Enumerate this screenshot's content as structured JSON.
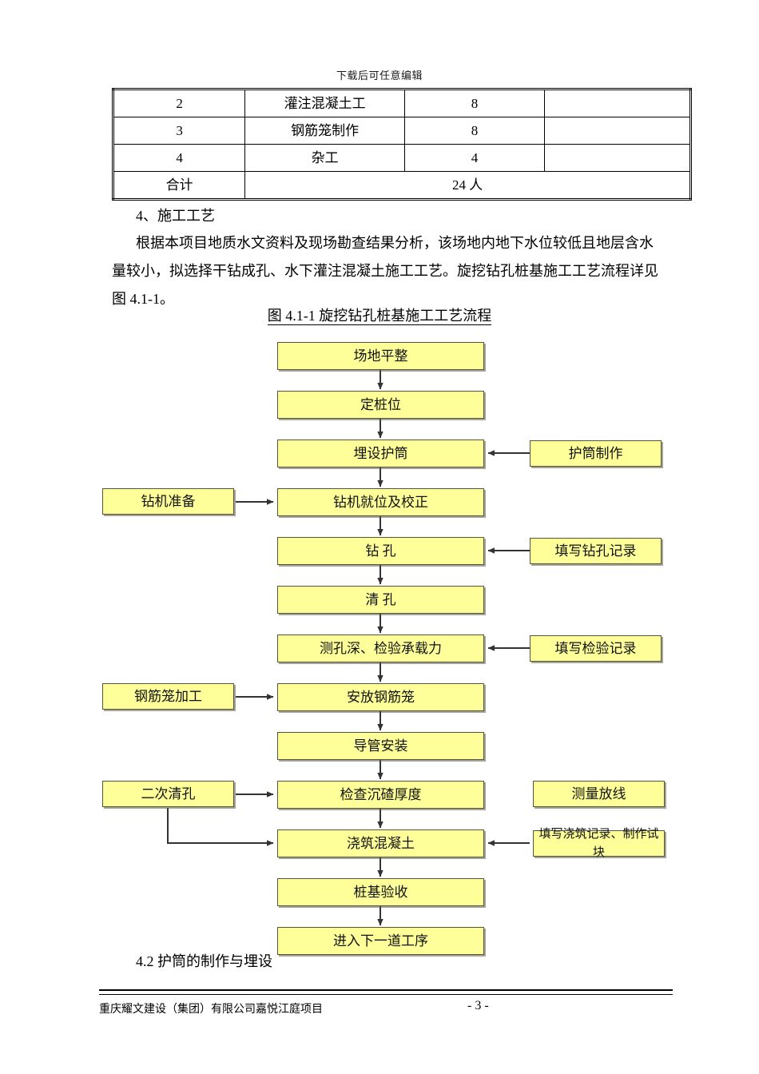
{
  "header_note": "下载后可任意编辑",
  "table": {
    "rows": [
      {
        "no": "2",
        "job": "灌注混凝土工",
        "count": "8",
        "remark": ""
      },
      {
        "no": "3",
        "job": "钢筋笼制作",
        "count": "8",
        "remark": ""
      },
      {
        "no": "4",
        "job": "杂工",
        "count": "4",
        "remark": ""
      }
    ],
    "total_label": "合计",
    "total_value": "24 人"
  },
  "body": {
    "section_title": "4、施工工艺",
    "para_line1": "根据本项目地质水文资料及现场勘查结果分析，该场地内地下水位较低且地层含水",
    "para_line2": "量较小，拟选择干钻成孔、水下灌注混凝土施工工艺。旋挖钻孔桩基施工工艺流程详见",
    "para_line3": "图 4.1-1。",
    "figure_caption": "图 4.1-1 旋挖钻孔桩基施工工艺流程",
    "section_42": "4.2 护筒的制作与埋设"
  },
  "flowchart": {
    "fill_color": "#ffff99",
    "border_color": "#54543c",
    "main_nodes": [
      {
        "id": "site-leveling",
        "label": "场地平整"
      },
      {
        "id": "pile-positioning",
        "label": "定桩位"
      },
      {
        "id": "casing-embedding",
        "label": "埋设护筒"
      },
      {
        "id": "rig-positioning",
        "label": "钻机就位及校正"
      },
      {
        "id": "drilling",
        "label": "钻  孔"
      },
      {
        "id": "hole-cleaning",
        "label": "清  孔"
      },
      {
        "id": "depth-bearing-test",
        "label": "测孔深、检验承载力"
      },
      {
        "id": "rebar-cage-place",
        "label": "安放钢筋笼"
      },
      {
        "id": "tremie-install",
        "label": "导管安装"
      },
      {
        "id": "sediment-check",
        "label": "检查沉碴厚度"
      },
      {
        "id": "concrete-pouring",
        "label": "浇筑混凝土"
      },
      {
        "id": "pile-acceptance",
        "label": "桩基验收"
      },
      {
        "id": "next-process",
        "label": "进入下一道工序"
      }
    ],
    "left_nodes": [
      {
        "id": "rig-preparation",
        "label": "钻机准备"
      },
      {
        "id": "rebar-cage-fab",
        "label": "钢筋笼加工"
      },
      {
        "id": "second-cleaning",
        "label": "二次清孔"
      }
    ],
    "right_nodes": [
      {
        "id": "casing-fab",
        "label": "护筒制作"
      },
      {
        "id": "drilling-record",
        "label": "填写钻孔记录"
      },
      {
        "id": "inspection-record",
        "label": "填写检验记录"
      },
      {
        "id": "survey-setout",
        "label": "测量放线"
      },
      {
        "id": "pour-record",
        "label": "填写浇筑记录、制作试块"
      }
    ]
  },
  "footer": {
    "company": "重庆耀文建设（集团）有限公司嘉悦江庭项目",
    "page": "- 3 -"
  }
}
